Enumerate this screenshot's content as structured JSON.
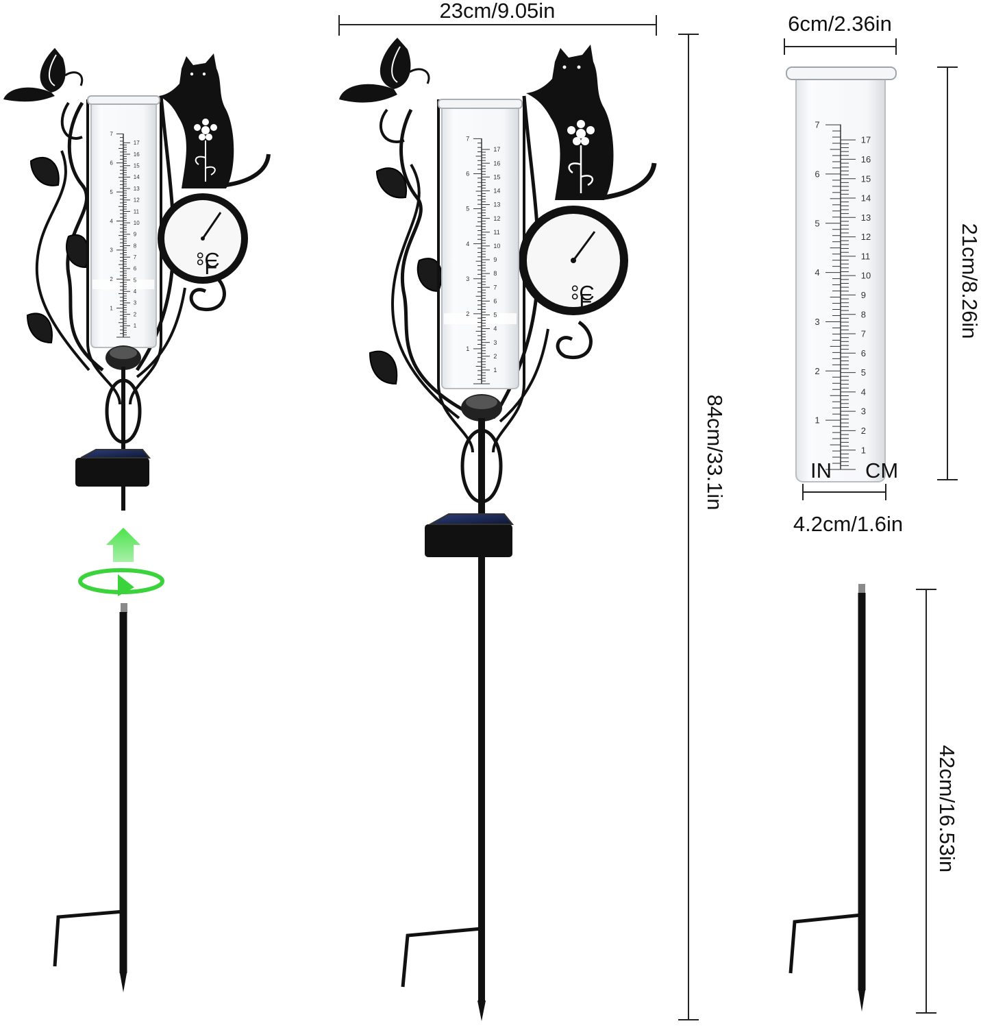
{
  "dimensions": {
    "overall_width": "23cm/9.05in",
    "overall_height": "84cm/33.1in",
    "tube_top_width": "6cm/2.36in",
    "tube_height": "21cm/8.26in",
    "tube_bottom_width": "4.2cm/1.6in",
    "stake_height": "42cm/16.53in"
  },
  "tube_scale": {
    "in_marks": [
      "1",
      "2",
      "3",
      "4",
      "5",
      "6",
      "7"
    ],
    "cm_marks": [
      "1",
      "2",
      "3",
      "4",
      "5",
      "6",
      "7",
      "8",
      "9",
      "10",
      "11",
      "12",
      "13",
      "14",
      "15",
      "16",
      "17"
    ],
    "in_unit": "IN",
    "cm_unit": "CM"
  },
  "thermometer": {
    "celsius_unit": "°C",
    "fahrenheit_unit": "°F"
  },
  "colors": {
    "metal": "#111111",
    "glass": "#f2f4f6",
    "arrow_green": "#3bd33b",
    "solar_blue": "#1b2a55"
  },
  "icons": [
    "butterfly-icon",
    "cat-icon",
    "flower-icon",
    "leaf-icon",
    "up-arrow-icon",
    "rotate-arrow-icon"
  ]
}
